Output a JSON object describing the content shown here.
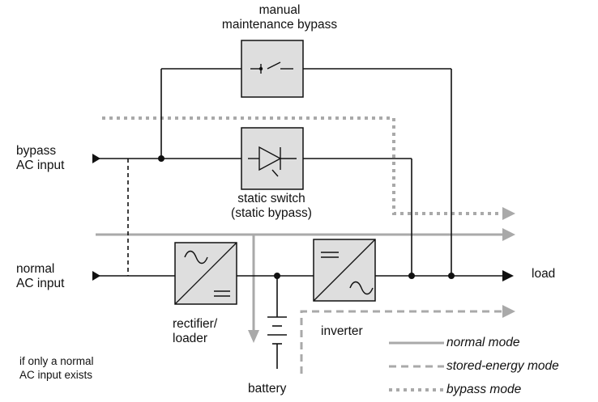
{
  "labels": {
    "bypass_line1": "manual",
    "bypass_line2": "maintenance bypass",
    "bypass_input_line1": "bypass",
    "bypass_input_line2": "AC input",
    "static_line1": "static switch",
    "static_line2": "(static bypass)",
    "normal_input_line1": "normal",
    "normal_input_line2": "AC input",
    "load": "load",
    "rectifier_line1": "rectifier/",
    "rectifier_line2": "loader",
    "inverter": "inverter",
    "battery": "battery",
    "note_line1": "if only a normal",
    "note_line2": "AC input exists"
  },
  "legend": [
    {
      "label": "normal mode",
      "style": "solid"
    },
    {
      "label": "stored-energy mode",
      "style": "dashed"
    },
    {
      "label": "bypass mode",
      "style": "dotted"
    }
  ],
  "colors": {
    "line": "#111111",
    "mode_path": "#a9a9a9",
    "component_fill": "#dedede"
  }
}
